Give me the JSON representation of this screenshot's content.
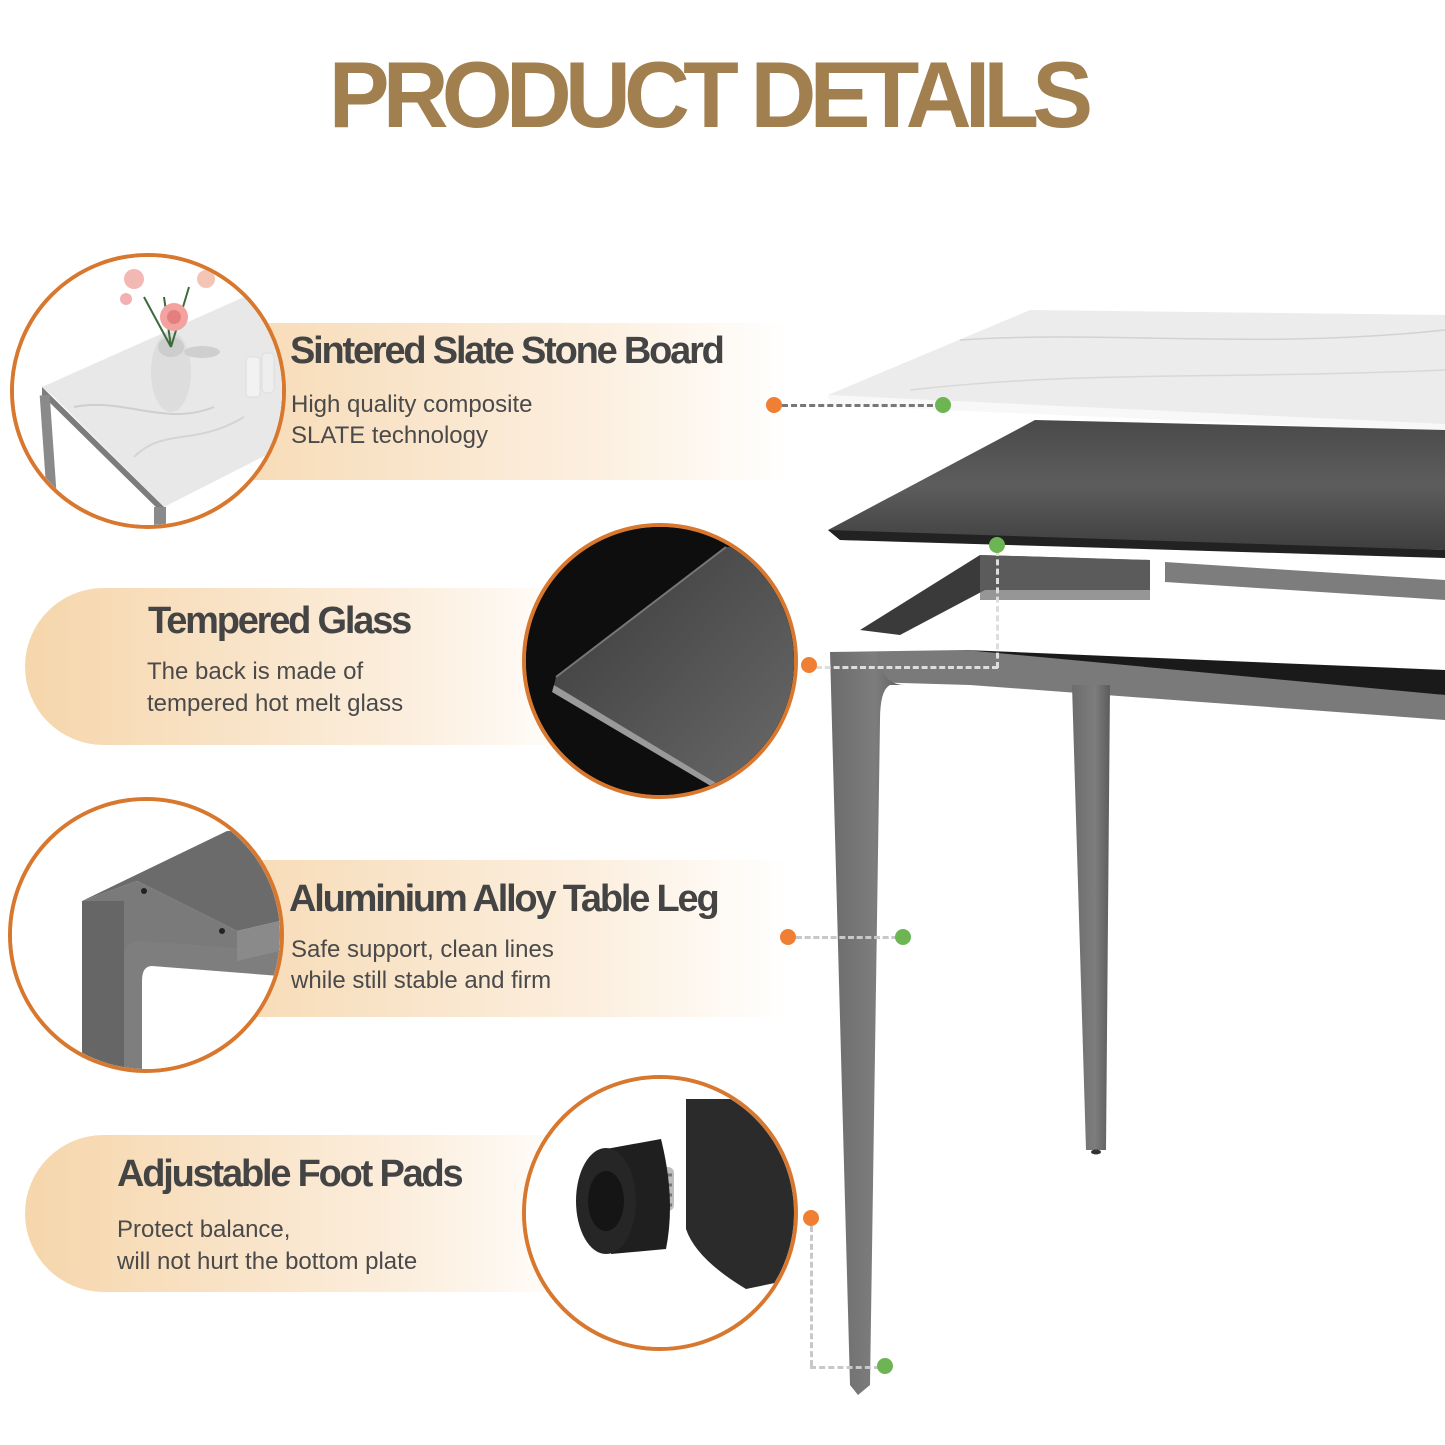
{
  "page": {
    "title": "PRODUCT DETAILS",
    "title_color": "#a17f4e"
  },
  "colors": {
    "accent_orange": "#f07f33",
    "circle_border": "#d8772e",
    "connector_green": "#6cb552",
    "banner_peach": "#f6d6ab",
    "heading_text": "#444444"
  },
  "features": [
    {
      "title": "Sintered Slate Stone Board",
      "desc_line1": "High quality composite",
      "desc_line2": "SLATE technology",
      "image": "marble table top with flower vase"
    },
    {
      "title": "Tempered Glass",
      "desc_line1": "The back is made of",
      "desc_line2": "tempered hot melt glass",
      "image": "tempered glass panel edge"
    },
    {
      "title": "Aluminium Alloy Table Leg",
      "desc_line1": "Safe support, clean lines",
      "desc_line2": "while still stable and firm",
      "image": "aluminium table corner leg"
    },
    {
      "title": "Adjustable Foot Pads",
      "desc_line1": "Protect balance,",
      "desc_line2": "will not hurt the bottom plate",
      "image": "rubber adjustable foot pad with screw"
    }
  ],
  "diagram": {
    "description": "Exploded view of table: sintered stone top, tempered glass layer, aluminium frame and legs"
  }
}
